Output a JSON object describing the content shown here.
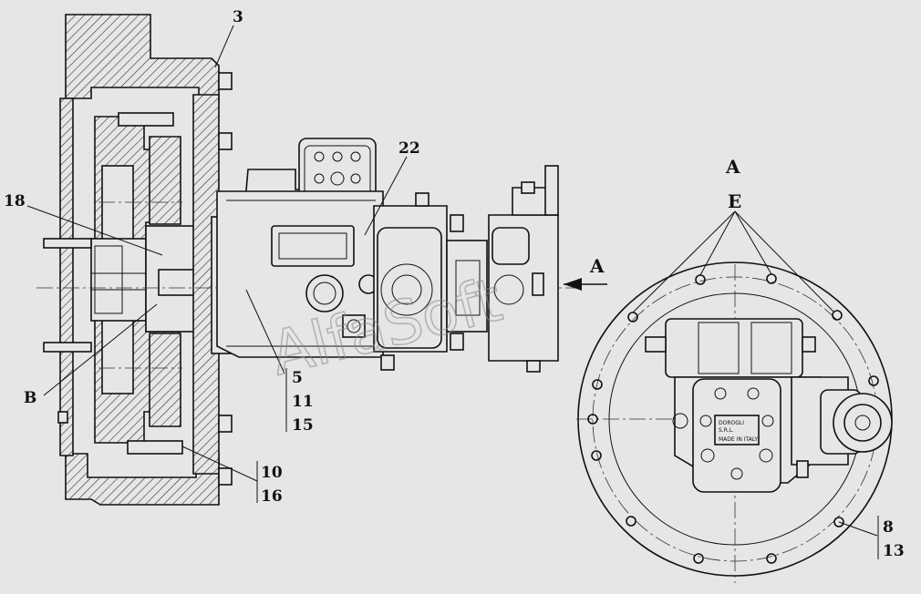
{
  "callouts": {
    "c3": "3",
    "c22": "22",
    "c18": "18",
    "cB": "B",
    "c5": "5",
    "c11": "11",
    "c15": "15",
    "c10": "10",
    "c16": "16",
    "c8": "8",
    "c13": "13"
  },
  "view": {
    "title": "A",
    "arrow_label": "A",
    "fasteners_label": "E"
  },
  "nameplate": {
    "line1": "DOROGLI",
    "line2": "S.R.L.",
    "line3": "MADE IN ITALY"
  },
  "watermark": "AlfaSoft"
}
